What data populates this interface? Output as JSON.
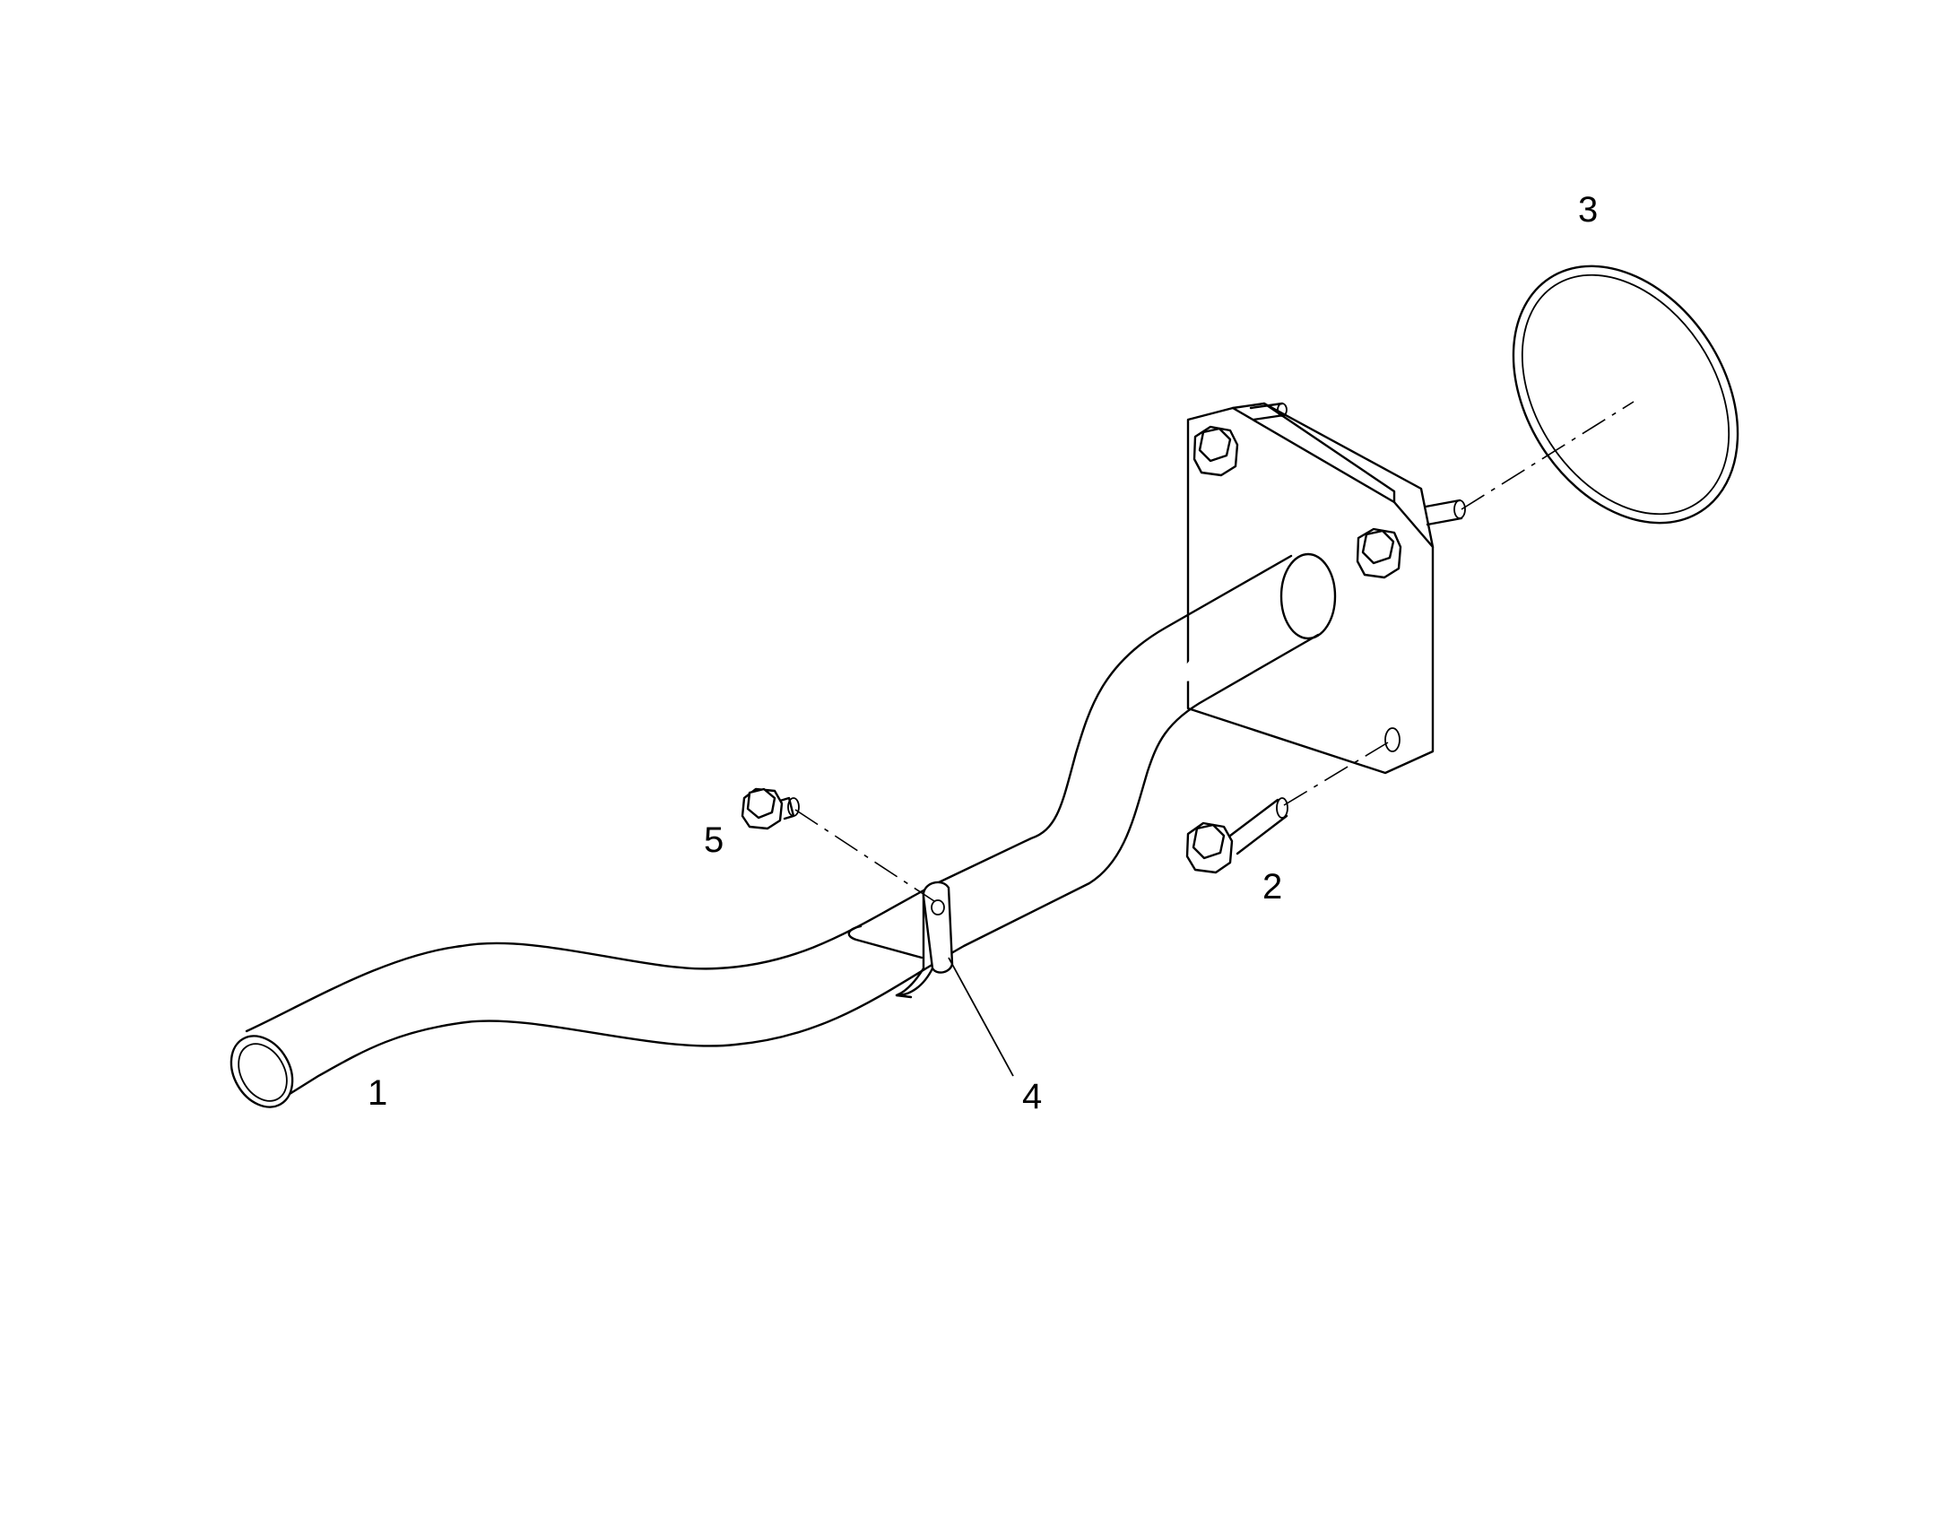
{
  "callouts": {
    "item_1": "1",
    "item_2": "2",
    "item_3": "3",
    "item_4": "4",
    "item_5": "5"
  }
}
